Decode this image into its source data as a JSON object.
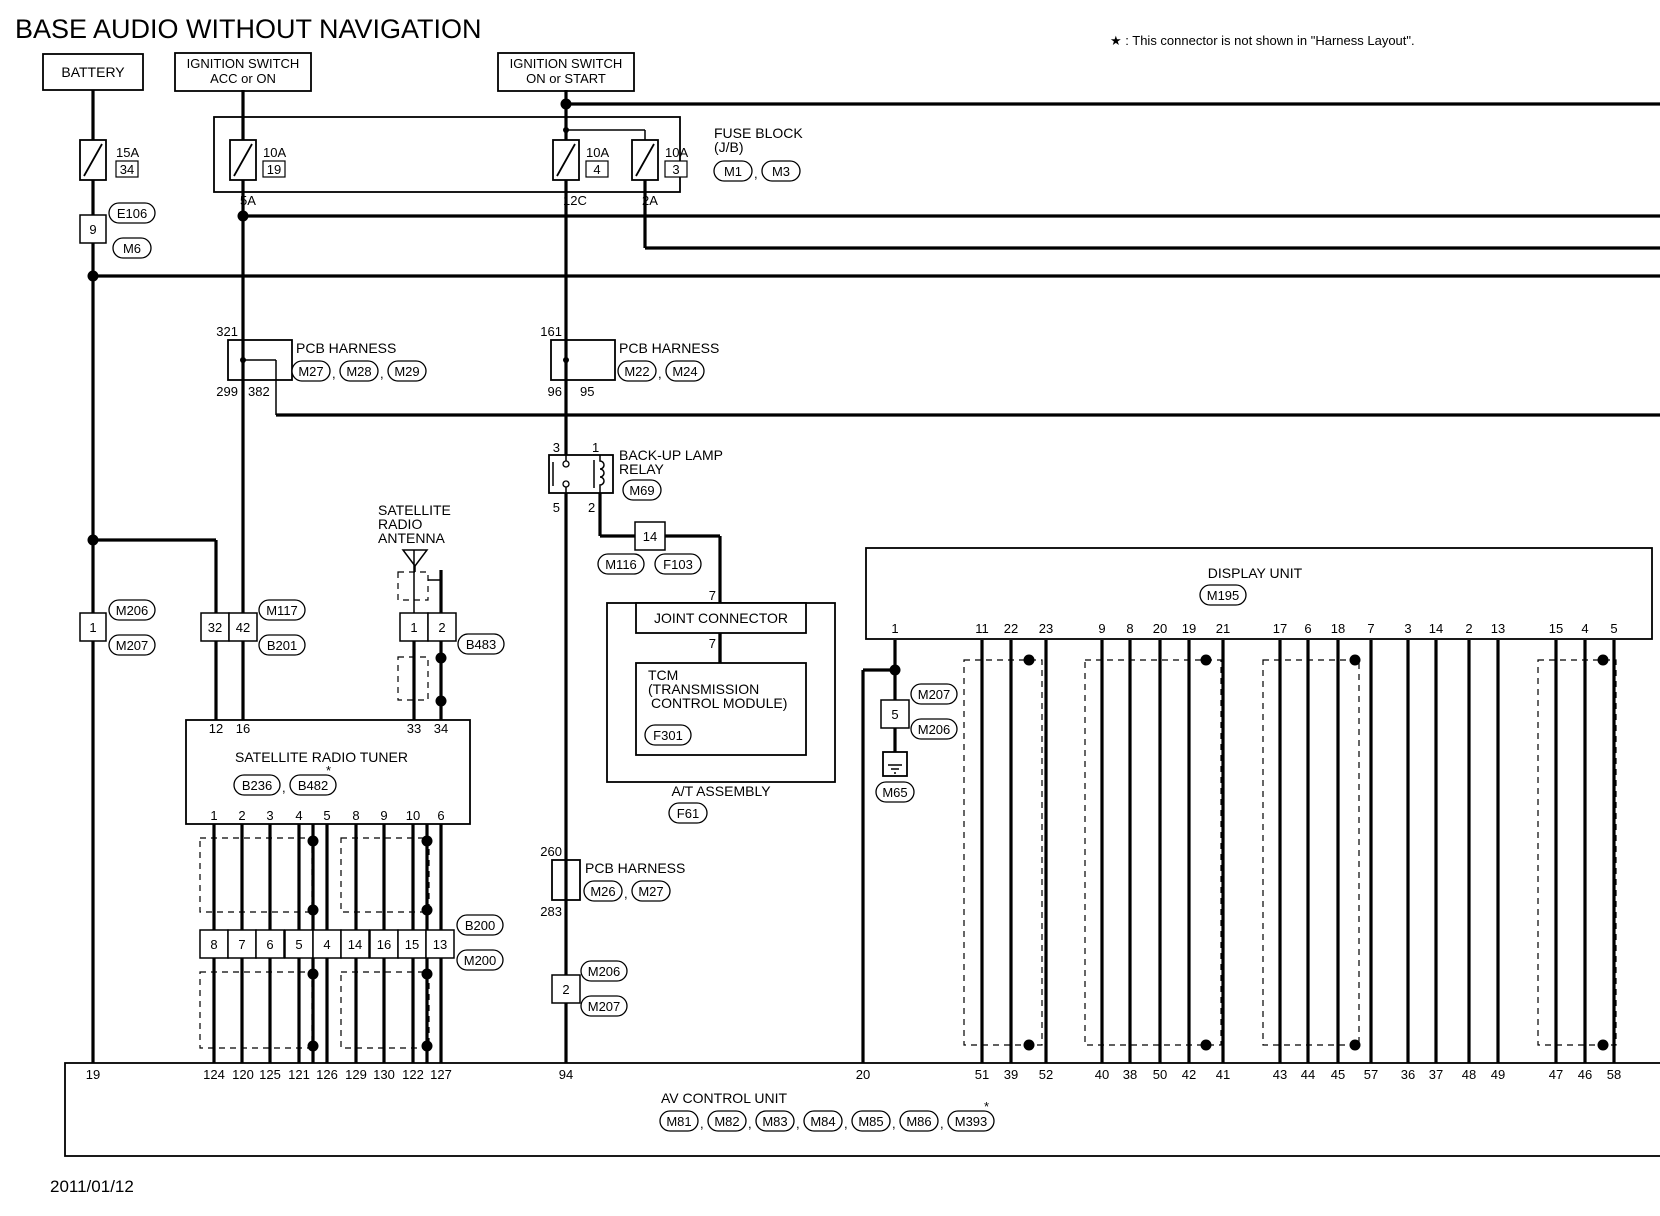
{
  "title": "BASE AUDIO WITHOUT NAVIGATION",
  "note": "★ : This connector is not shown in \"Harness Layout\".",
  "date": "2011/01/12",
  "sources": {
    "battery": "BATTERY",
    "ign_acc": [
      "IGNITION SWITCH",
      "ACC or ON"
    ],
    "ign_on": [
      "IGNITION SWITCH",
      "ON or START"
    ]
  },
  "fuse_block": {
    "label": [
      "FUSE BLOCK",
      "(J/B)"
    ],
    "connectors": [
      "M1",
      "M3"
    ],
    "fuses": [
      {
        "amp": "10A",
        "num": "19",
        "term": "5A"
      },
      {
        "amp": "10A",
        "num": "4",
        "term": "12C"
      },
      {
        "amp": "10A",
        "num": "3",
        "term": "2A"
      }
    ]
  },
  "battery_fuse": {
    "amp": "15A",
    "num": "34"
  },
  "inline_connectors": {
    "e106": {
      "pin": "9",
      "c1": "E106",
      "c2": "M6"
    },
    "m206_1": {
      "pin": "1",
      "c1": "M206",
      "c2": "M207"
    },
    "m117": {
      "pins": [
        "32",
        "42"
      ],
      "c1": "M117",
      "c2": "B201"
    },
    "b483": {
      "pins": [
        "1",
        "2"
      ],
      "c1": "B483"
    },
    "m116": {
      "pin": "14",
      "c1": "M116",
      "c2": "F103"
    },
    "b200": {
      "pins": [
        "8",
        "7",
        "6",
        "5",
        "4",
        "14",
        "16",
        "15",
        "13"
      ],
      "c1": "B200",
      "c2": "M200"
    },
    "m206_2": {
      "pin": "2",
      "c1": "M206",
      "c2": "M207"
    },
    "m207_5": {
      "pin": "5",
      "c1": "M207",
      "c2": "M206"
    },
    "ground": "M65"
  },
  "pcb_harness_1": {
    "label": "PCB HARNESS",
    "connectors": [
      "M27",
      "M28",
      "M29"
    ],
    "pins": [
      "321",
      "299",
      "382"
    ]
  },
  "pcb_harness_2": {
    "label": "PCB HARNESS",
    "connectors": [
      "M22",
      "M24"
    ],
    "pins": [
      "161",
      "96",
      "95"
    ]
  },
  "pcb_harness_3": {
    "label": "PCB HARNESS",
    "connectors": [
      "M26",
      "M27"
    ],
    "pins": [
      "260",
      "283"
    ]
  },
  "relay": {
    "label": [
      "BACK-UP LAMP",
      "RELAY"
    ],
    "connector": "M69",
    "pins": [
      "3",
      "1",
      "5",
      "2"
    ]
  },
  "antenna": {
    "label": [
      "SATELLITE",
      "RADIO",
      "ANTENNA"
    ]
  },
  "sat_tuner": {
    "label": "SATELLITE RADIO TUNER",
    "connectors": [
      "B236",
      "B482"
    ],
    "top_pins": [
      "12",
      "16",
      "33",
      "34"
    ],
    "bottom_pins": [
      "1",
      "2",
      "3",
      "4",
      "5",
      "8",
      "9",
      "10",
      "6"
    ]
  },
  "at_assembly": {
    "label": "A/T ASSEMBLY",
    "connector": "F61",
    "joint": "JOINT CONNECTOR",
    "tcm": [
      "TCM",
      "(TRANSMISSION",
      "CONTROL MODULE)"
    ],
    "tcm_connector": "F301",
    "pins": [
      "7",
      "7"
    ]
  },
  "display_unit": {
    "label": "DISPLAY UNIT",
    "connector": "M195",
    "pins": [
      "1",
      "11",
      "22",
      "23",
      "9",
      "8",
      "20",
      "19",
      "21",
      "17",
      "6",
      "18",
      "7",
      "3",
      "14",
      "2",
      "13",
      "15",
      "4",
      "5"
    ]
  },
  "av_control_unit": {
    "label": "AV CONTROL UNIT",
    "connectors": [
      "M81",
      "M82",
      "M83",
      "M84",
      "M85",
      "M86",
      "M393"
    ],
    "pins": [
      "19",
      "124",
      "120",
      "125",
      "121",
      "126",
      "129",
      "130",
      "122",
      "127",
      "94",
      "20",
      "51",
      "39",
      "52",
      "40",
      "38",
      "50",
      "42",
      "41",
      "43",
      "44",
      "45",
      "57",
      "36",
      "37",
      "48",
      "49",
      "47",
      "46",
      "58"
    ]
  }
}
